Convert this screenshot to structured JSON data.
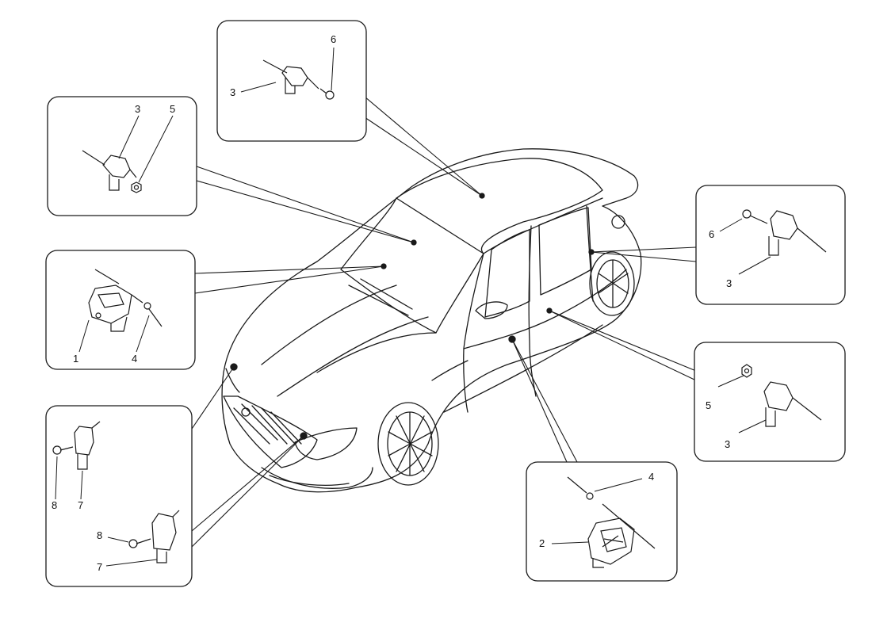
{
  "diagram": {
    "line_color": "#1a1a1a",
    "background": "#ffffff",
    "detail_panels": [
      {
        "id": "top",
        "callouts": [
          "3",
          "6"
        ],
        "part_icons": [
          "sensor-icon",
          "screw-icon"
        ]
      },
      {
        "id": "upper-left",
        "callouts": [
          "3",
          "5"
        ],
        "part_icons": [
          "sensor-icon",
          "nut-icon"
        ]
      },
      {
        "id": "mid-left",
        "callouts": [
          "1",
          "4"
        ],
        "part_icons": [
          "control-unit-icon",
          "bolt-icon"
        ]
      },
      {
        "id": "lower-left",
        "callouts": [
          "8",
          "7",
          "8",
          "7"
        ],
        "part_icons": [
          "sensor-icon",
          "screw-icon",
          "sensor-icon",
          "screw-icon"
        ]
      },
      {
        "id": "right-upper",
        "callouts": [
          "6",
          "3"
        ],
        "part_icons": [
          "screw-icon",
          "sensor-icon"
        ]
      },
      {
        "id": "right-mid",
        "callouts": [
          "5",
          "3"
        ],
        "part_icons": [
          "nut-icon",
          "sensor-icon"
        ]
      },
      {
        "id": "bottom-right",
        "callouts": [
          "4",
          "2"
        ],
        "part_icons": [
          "bolt-icon",
          "control-unit-icon"
        ]
      }
    ],
    "main_illustration": "car-icon"
  }
}
